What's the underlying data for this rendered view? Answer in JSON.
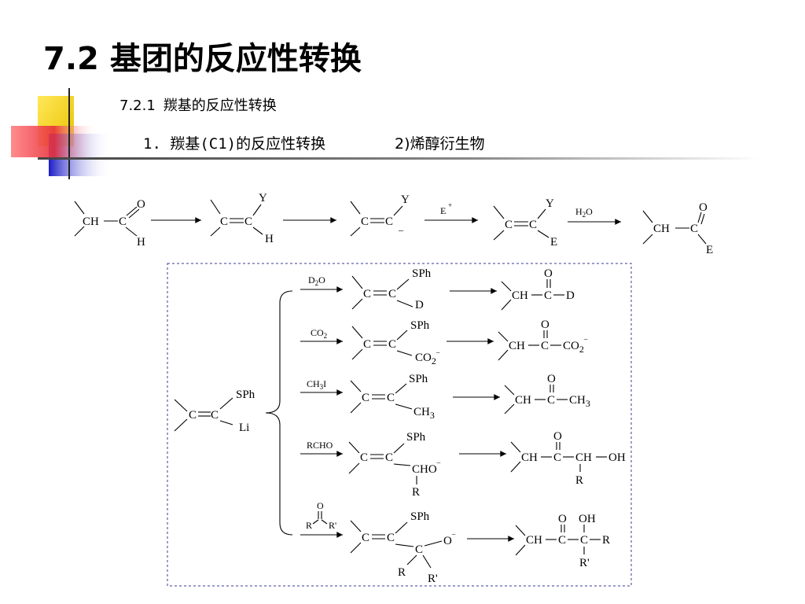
{
  "slide": {
    "title_number": "7.2",
    "title_text": "基团的反应性转换",
    "subsection_number": "7.2.1",
    "subsection_text": "羰基的反应性转换",
    "item_text": "1. 羰基(C1)的反应性转换",
    "item_overlap_text": "2)烯醇衍生物"
  },
  "colors": {
    "deco_yellow": "#f5d000",
    "deco_red": "#e8303a",
    "deco_blue": "#2a2ad8",
    "rule": "#444444",
    "box_border": "#3a3a9a"
  },
  "scheme_top": {
    "s1": {
      "ch": "CH",
      "c": "C",
      "o": "O",
      "h": "H"
    },
    "s2": {
      "c1": "C",
      "c2": "C",
      "y": "Y",
      "h": "H"
    },
    "s3": {
      "c1": "C",
      "c2": "C",
      "y": "Y",
      "minus": "–"
    },
    "reagent_e": "E",
    "reagent_e_plus": "+",
    "s4": {
      "c1": "C",
      "c2": "C",
      "y": "Y",
      "e": "E"
    },
    "reagent_h2o": {
      "h": "H",
      "sub": "2",
      "o": "O"
    },
    "s5": {
      "ch": "CH",
      "c": "C",
      "o": "O",
      "e": "E"
    }
  },
  "box": {
    "start": {
      "c1": "C",
      "c2": "C",
      "sph": "SPh",
      "li": "Li"
    },
    "rows": [
      {
        "reagent": {
          "a": "D",
          "sub": "2",
          "b": "O"
        },
        "inter_sub": "SPh",
        "inter_group": "D",
        "prod": {
          "ch": "CH",
          "c": "C",
          "o": "O",
          "tail": "D"
        }
      },
      {
        "reagent": {
          "a": "CO",
          "sub": "2",
          "b": ""
        },
        "inter_sub": "SPh",
        "inter_group": "CO",
        "inter_group_sub": "2",
        "inter_group_charge": "–",
        "prod": {
          "ch": "CH",
          "c": "C",
          "o": "O",
          "tail": "CO",
          "tail_sub": "2",
          "tail_charge": "–"
        }
      },
      {
        "reagent": {
          "a": "CH",
          "sub": "3",
          "b": "I"
        },
        "inter_sub": "SPh",
        "inter_group": "CH",
        "inter_group_sub": "3",
        "prod": {
          "ch": "CH",
          "c": "C",
          "o": "O",
          "tail": "CH",
          "tail_sub": "3"
        }
      },
      {
        "reagent": {
          "a": "RCHO",
          "sub": "",
          "b": ""
        },
        "inter_sub": "SPh",
        "inter_group": "CHO",
        "inter_group_charge": "–",
        "inter_r": "R",
        "prod": {
          "ch": "CH",
          "c": "C",
          "o": "O",
          "c2": "CH",
          "tail": "OH",
          "r": "R"
        }
      },
      {
        "reagent": {
          "o": "O",
          "r": "R",
          "r2": "R'"
        },
        "inter_sub": "SPh",
        "inter_c": "C",
        "inter_o": "O",
        "inter_charge": "–",
        "inter_r": "R",
        "inter_r2": "R'",
        "prod": {
          "ch": "CH",
          "c": "C",
          "o": "O",
          "c2": "C",
          "oh": "OH",
          "tail": "R",
          "r2": "R'"
        }
      }
    ]
  }
}
